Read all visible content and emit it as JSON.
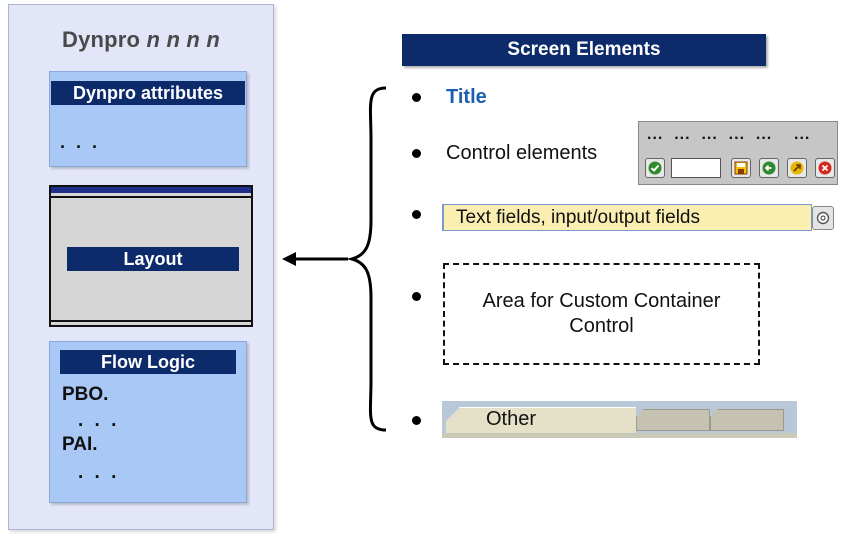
{
  "dynpro": {
    "title_prefix": "Dynpro",
    "title_number": "n n n n",
    "attributes_label": "Dynpro attributes",
    "attributes_dots": ". . .",
    "layout_label": "Layout",
    "flow_logic_label": "Flow Logic",
    "flow_lines": [
      "PBO.",
      ". . .",
      "PAI.",
      ". . ."
    ]
  },
  "screen_elements": {
    "header": "Screen Elements",
    "items": [
      {
        "label": "Title"
      },
      {
        "label": "Control elements"
      },
      {
        "label": "Text fields, input/output fields"
      },
      {
        "label": "Area for Custom Container Control"
      },
      {
        "label": "Other"
      }
    ],
    "toolbar_dots": "...  ...  ...  ...  ...    ..."
  },
  "colors": {
    "navy": "#0d2a6a",
    "panel": "#e3e6f8",
    "box_blue": "#a9c8f5",
    "title_blue": "#1b5fb0",
    "field_yellow": "#fbeeb1"
  },
  "icons": [
    "check-icon",
    "save-icon",
    "back-icon",
    "exit-icon",
    "cancel-icon",
    "value-help-icon"
  ]
}
